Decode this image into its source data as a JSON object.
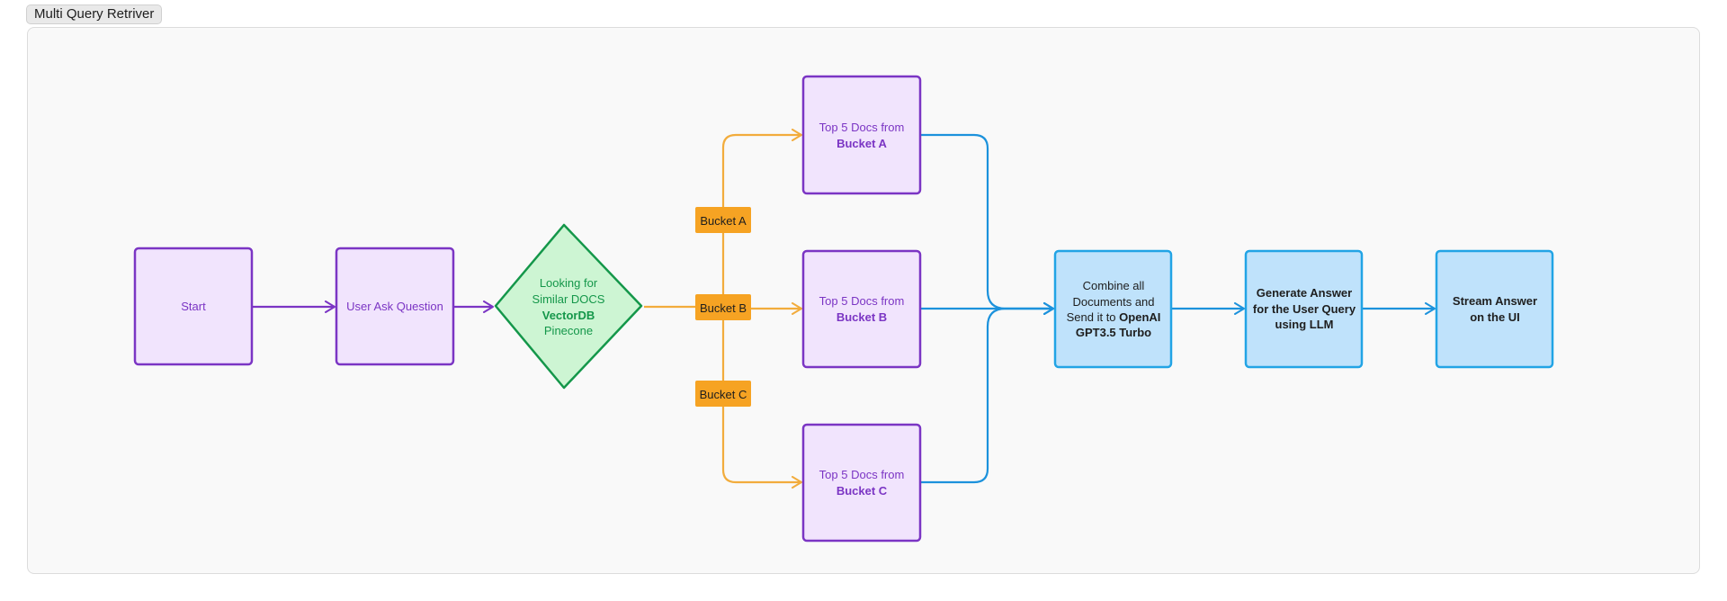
{
  "frame": {
    "title": "Multi Query Retriver"
  },
  "nodes": {
    "start": {
      "label": "Start"
    },
    "user_question": {
      "label": "User Ask Question"
    },
    "decision": {
      "line1": "Looking for",
      "line2": "Similar DOCS",
      "line3": "VectorDB",
      "line4": "Pinecone"
    },
    "docs_a": {
      "line1": "Top 5 Docs from",
      "line2": "Bucket A"
    },
    "docs_b": {
      "line1": "Top 5 Docs from",
      "line2": "Bucket B"
    },
    "docs_c": {
      "line1": "Top 5 Docs from",
      "line2": "Bucket C"
    },
    "combine": {
      "line1": "Combine all",
      "line2": "Documents and",
      "line3_prefix": "Send it to ",
      "line3_bold": "OpenAI",
      "line4": "GPT3.5 Turbo"
    },
    "generate": {
      "line1": "Generate Answer",
      "line2": "for the User Query",
      "line3": "using LLM"
    },
    "stream": {
      "line1": "Stream Answer",
      "line2": "on the UI"
    }
  },
  "buckets": {
    "a": "Bucket A",
    "b": "Bucket B",
    "c": "Bucket C"
  },
  "colors": {
    "purple_stroke": "#7b35c4",
    "purple_fill": "#f1e4fd",
    "purple_text": "#7b35c4",
    "green_stroke": "#14974a",
    "green_fill": "#cdf5d3",
    "green_text": "#14974a",
    "blue_stroke": "#22a4e5",
    "blue_fill": "#bfe2fb",
    "blue_text": "#1e1e1e",
    "orange": "#f6a323",
    "orange_line": "#f2ac3c",
    "blue_line": "#1c92dc"
  }
}
